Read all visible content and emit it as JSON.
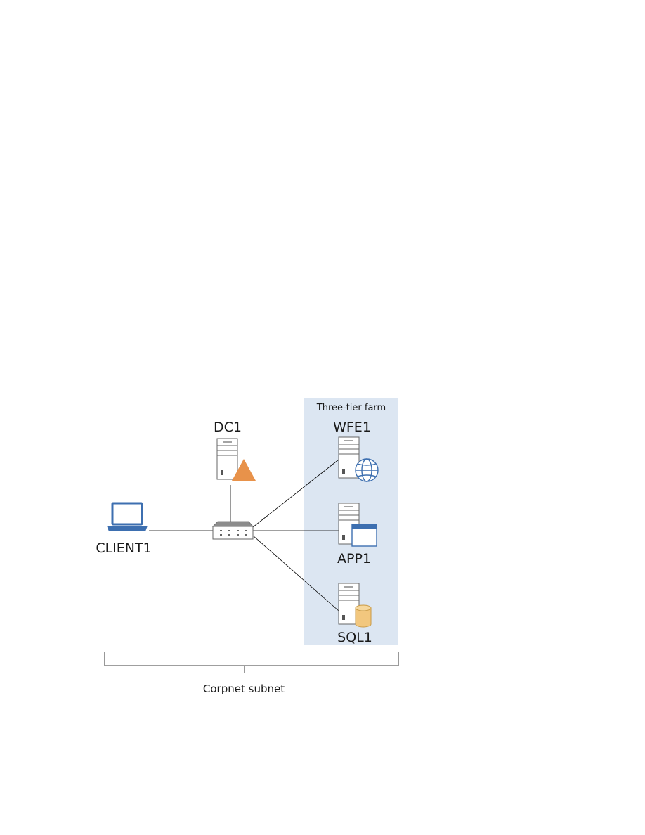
{
  "diagram": {
    "farm_label": "Three-tier farm",
    "subnet_label": "Corpnet subnet",
    "nodes": {
      "dc1": "DC1",
      "wfe1": "WFE1",
      "app1": "APP1",
      "sql1": "SQL1",
      "client1": "CLIENT1"
    }
  },
  "colors": {
    "farm_background": "#dce6f2",
    "laptop_blue": "#3d6fb0",
    "dc_triangle": "#e8924a",
    "database": "#f2c77e",
    "app_window_header": "#3d6fb0"
  }
}
